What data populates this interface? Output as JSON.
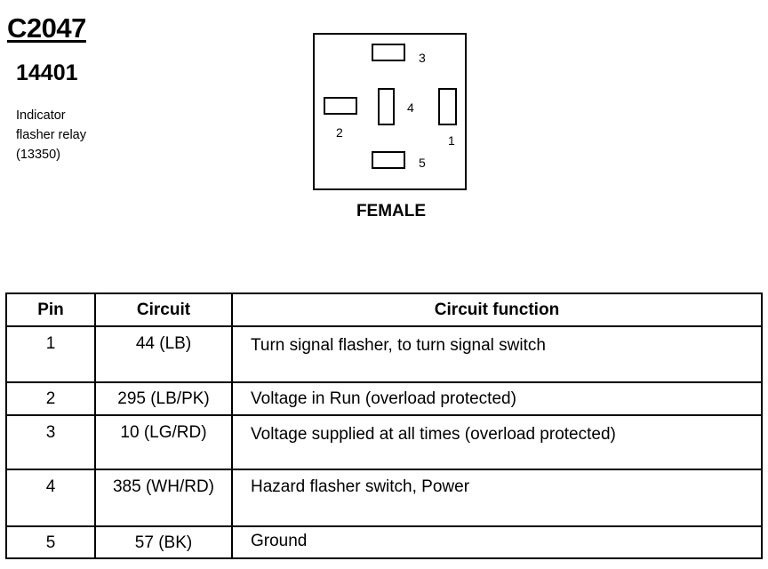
{
  "header": {
    "connector_id": "C2047",
    "part_number": "14401",
    "description_lines": [
      "Indicator",
      "flasher relay",
      "(13350)"
    ]
  },
  "connector": {
    "gender": "FEMALE",
    "pin_labels": [
      "1",
      "2",
      "3",
      "4",
      "5"
    ]
  },
  "table": {
    "headers": [
      "Pin",
      "Circuit",
      "Circuit function"
    ],
    "rows": [
      {
        "pin": "1",
        "circuit": "44 (LB)",
        "function": "Turn signal flasher, to turn signal switch"
      },
      {
        "pin": "2",
        "circuit": "295 (LB/PK)",
        "function": "Voltage in Run (overload protected)"
      },
      {
        "pin": "3",
        "circuit": "10 (LG/RD)",
        "function": "Voltage supplied at all times (overload protected)"
      },
      {
        "pin": "4",
        "circuit": "385 (WH/RD)",
        "function": "Hazard flasher switch, Power"
      },
      {
        "pin": "5",
        "circuit": "57 (BK)",
        "function": "Ground"
      }
    ]
  }
}
